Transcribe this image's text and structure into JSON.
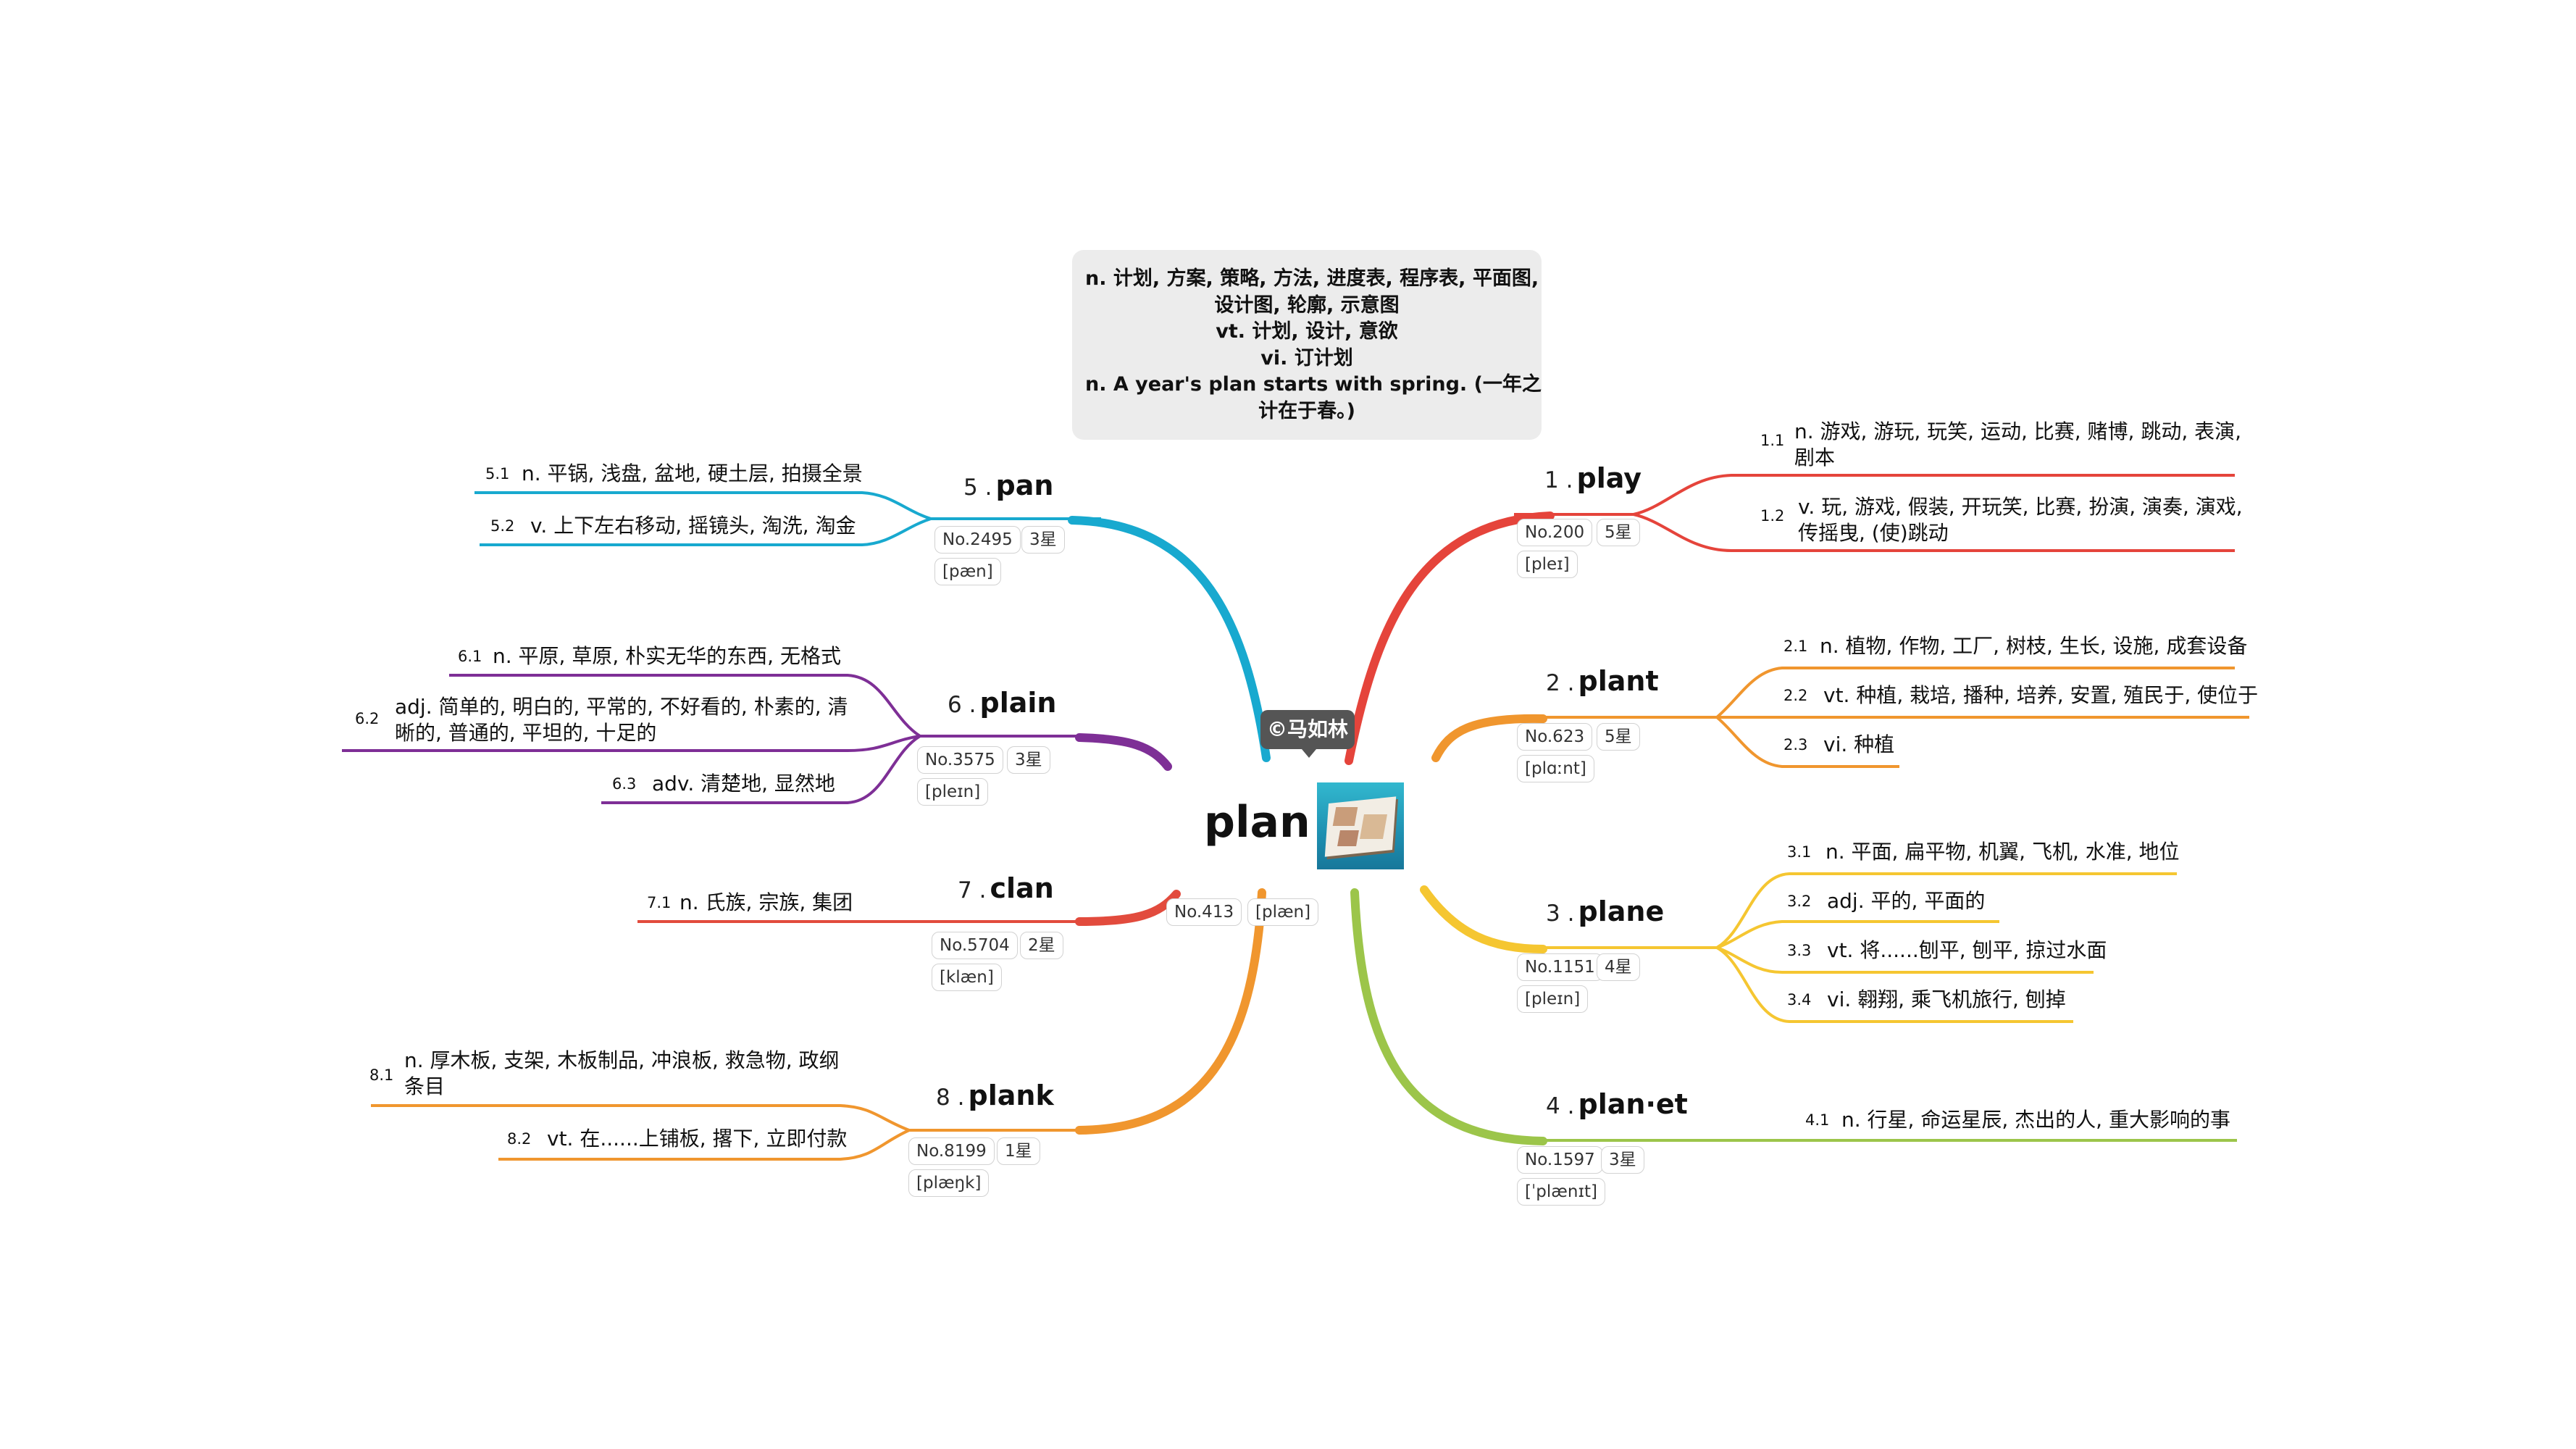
{
  "author": "©马如林",
  "center": {
    "word": "plan",
    "number": "No.413",
    "phonetic": "[plæn]",
    "image": "house-floor-plan-image"
  },
  "definitions": [
    "n. 计划, 方案, 策略, 方法, 进度表, 程序表, 平面图,",
    "设计图, 轮廓, 示意图",
    "vt. 计划, 设计, 意欲",
    "vi. 订计划",
    "n. A year's plan starts with spring. (一年之",
    "计在于春。)"
  ],
  "branches": [
    {
      "num": "1 .",
      "word": "play",
      "number": "No.200",
      "stars": "5星",
      "phonetic": "[pleɪ]",
      "senses": [
        {
          "num": "1.1",
          "lines": [
            "n. 游戏, 游玩, 玩笑, 运动, 比赛, 赌博, 跳动, 表演,",
            "剧本"
          ]
        },
        {
          "num": "1.2",
          "lines": [
            "v. 玩, 游戏, 假装, 开玩笑, 比赛, 扮演, 演奏, 演戏,",
            "传摇曳, (使)跳动"
          ]
        }
      ]
    },
    {
      "num": "2 .",
      "word": "plant",
      "number": "No.623",
      "stars": "5星",
      "phonetic": "[plɑːnt]",
      "senses": [
        {
          "num": "2.1",
          "lines": [
            "n. 植物, 作物, 工厂, 树枝, 生长, 设施, 成套设备"
          ]
        },
        {
          "num": "2.2",
          "lines": [
            "vt. 种植, 栽培, 播种, 培养, 安置, 殖民于, 使位于"
          ]
        },
        {
          "num": "2.3",
          "lines": [
            "vi. 种植"
          ]
        }
      ]
    },
    {
      "num": "3 .",
      "word": "plane",
      "number": "No.1151",
      "stars": "4星",
      "phonetic": "[pleɪn]",
      "senses": [
        {
          "num": "3.1",
          "lines": [
            "n. 平面, 扁平物, 机翼, 飞机, 水准, 地位"
          ]
        },
        {
          "num": "3.2",
          "lines": [
            "adj. 平的, 平面的"
          ]
        },
        {
          "num": "3.3",
          "lines": [
            "vt. 将......刨平, 刨平, 掠过水面"
          ]
        },
        {
          "num": "3.4",
          "lines": [
            "vi. 翱翔, 乘飞机旅行, 刨掉"
          ]
        }
      ]
    },
    {
      "num": "4 .",
      "word": "plan·et",
      "number": "No.1597",
      "stars": "3星",
      "phonetic": "[ˈplænɪt]",
      "senses": [
        {
          "num": "4.1",
          "lines": [
            "n. 行星, 命运星辰, 杰出的人, 重大影响的事"
          ]
        }
      ]
    },
    {
      "num": "5 .",
      "word": "pan",
      "number": "No.2495",
      "stars": "3星",
      "phonetic": "[pæn]",
      "senses": [
        {
          "num": "5.1",
          "lines": [
            "n. 平锅, 浅盘, 盆地, 硬土层, 拍摄全景"
          ]
        },
        {
          "num": "5.2",
          "lines": [
            "v. 上下左右移动, 摇镜头, 淘洗, 淘金"
          ]
        }
      ]
    },
    {
      "num": "6 .",
      "word": "plain",
      "number": "No.3575",
      "stars": "3星",
      "phonetic": "[pleɪn]",
      "senses": [
        {
          "num": "6.1",
          "lines": [
            "n. 平原, 草原, 朴实无华的东西, 无格式"
          ]
        },
        {
          "num": "6.2",
          "lines": [
            "adj. 简单的, 明白的, 平常的, 不好看的, 朴素的, 清",
            "晰的, 普通的, 平坦的, 十足的"
          ]
        },
        {
          "num": "6.3",
          "lines": [
            "adv. 清楚地, 显然地"
          ]
        }
      ]
    },
    {
      "num": "7 .",
      "word": "clan",
      "number": "No.5704",
      "stars": "2星",
      "phonetic": "[klæn]",
      "senses": [
        {
          "num": "7.1",
          "lines": [
            "n. 氏族, 宗族, 集团"
          ]
        }
      ]
    },
    {
      "num": "8 .",
      "word": "plank",
      "number": "No.8199",
      "stars": "1星",
      "phonetic": "[plæŋk]",
      "senses": [
        {
          "num": "8.1",
          "lines": [
            "n. 厚木板, 支架, 木板制品, 冲浪板, 救急物, 政纲",
            "条目"
          ]
        },
        {
          "num": "8.2",
          "lines": [
            "vt. 在......上铺板, 撂下, 立即付款"
          ]
        }
      ]
    }
  ],
  "colors": {
    "play": "#e5443b",
    "plant": "#f0962e",
    "plane": "#f5c631",
    "planet": "#9cc54a",
    "pan": "#18a9cf",
    "plain": "#7e2f96",
    "clan": "#e24b3d",
    "plank": "#f0962e",
    "note_background": "#ececec",
    "author_background": "#555555"
  }
}
